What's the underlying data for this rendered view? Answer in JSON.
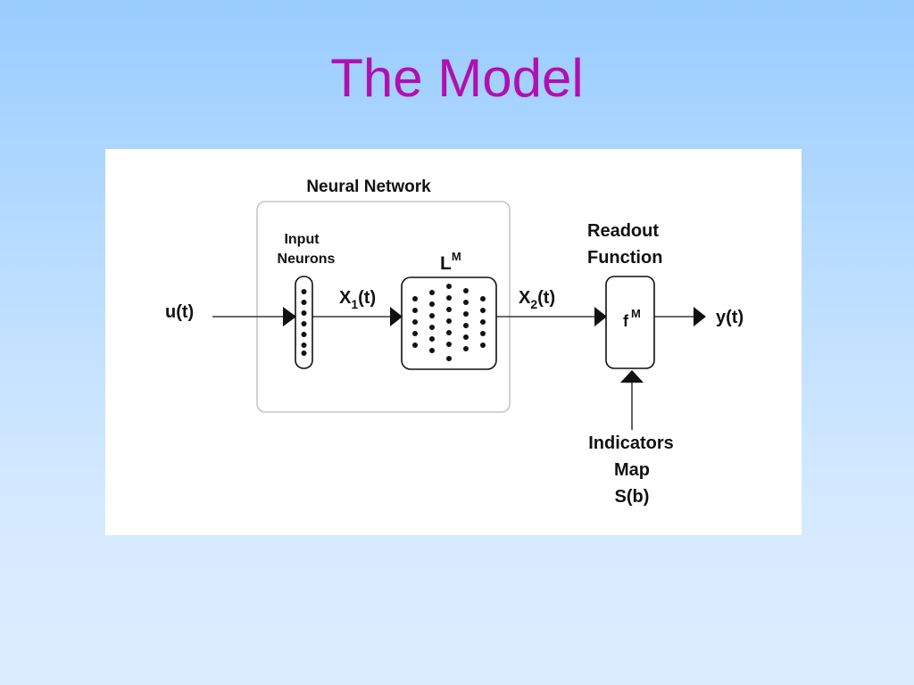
{
  "slide": {
    "title": "The Model"
  },
  "diagram": {
    "network_label": "Neural Network",
    "input_neurons_label_line1": "Input",
    "input_neurons_label_line2": "Neurons",
    "lm_main": "L",
    "lm_sup": "M",
    "readout_label_line1": "Readout",
    "readout_label_line2": "Function",
    "input_signal": "u(t)",
    "x1_main": "X",
    "x1_sub": "1",
    "x1_tail": "(t)",
    "x2_main": "X",
    "x2_sub": "2",
    "x2_tail": "(t)",
    "f_main": "f",
    "f_sup": "M",
    "output_signal": "y(t)",
    "indicators_line1": "Indicators",
    "indicators_line2": "Map",
    "indicators_line3": "S(b)"
  },
  "colors": {
    "title": "#b010b0",
    "background_top": "#99ccff",
    "background_bottom": "#dcecff",
    "network_box_border": "#bbbbbb"
  }
}
